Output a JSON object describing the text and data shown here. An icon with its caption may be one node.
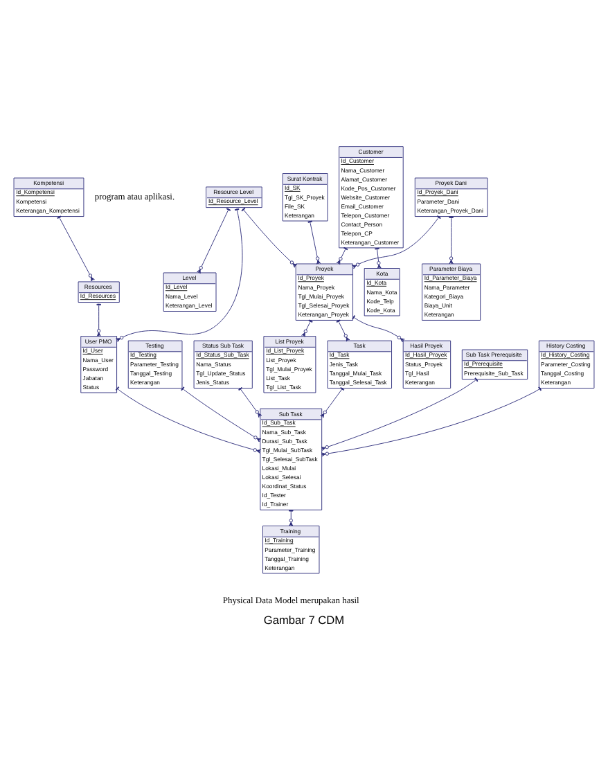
{
  "diagram": {
    "caption": "Gambar 7 CDM",
    "nodes": [
      {
        "text": [
          "Resources",
          "Id_Resources"
        ]
      },
      {
        "text": [
          "Kompetensi",
          "Id_Kompetensi",
          "Kompetensi",
          "Keterangan_Kompetensi"
        ]
      },
      {
        "text": [
          "User PMO",
          "Id_User",
          "Nama_User",
          "Password",
          "Jabatan",
          "Status"
        ]
      },
      {
        "text": [
          "Resource Level",
          "Id_Resource_Level"
        ]
      },
      {
        "text": [
          "Surat Kontrak",
          "Id_SK",
          "Tgl_SK_Proyek",
          "File_SK",
          "Keterangan"
        ]
      },
      {
        "text": [
          "Customer",
          "Id_Customer",
          "Nama_Customer",
          "Alamat_Customer",
          "Kode_Pos_Customer",
          "Website_Customer",
          "Email_Customer",
          "Telepon_Customer",
          "Contact_Person",
          "Telepon_CP",
          "Keterangan_Customer"
        ]
      },
      {
        "text": [
          "Proyek",
          "Id_Proyek",
          "Nama_Proyek",
          "Tgl_Mulai_Proyek",
          "Tgl_Selesai_Proyek",
          "Keterangan_Proyek"
        ]
      },
      {
        "text": [
          "Status Sub Task",
          "Id_Status_Sub_Task",
          "Nama_Status",
          "Tgl_Update_Status",
          "Jenis_Status"
        ]
      },
      {
        "text": [
          "Level",
          "Id_Level",
          "Nama_Level",
          "Keterangan_Level"
        ]
      },
      {
        "text": [
          "Hasil Proyek",
          "Id_Hasil_Proyek",
          "Status_Proyek",
          "Tgl_Hasil",
          "Keterangan"
        ]
      },
      {
        "text": [
          "Task",
          "Id_Task",
          "Jenis_Task",
          "Tanggal_Mulai_Task",
          "Tanggal_Selesai_Task"
        ]
      },
      {
        "text": [
          "Kota",
          "Id_Kota",
          "Nama_Kota",
          "Kode_Telp",
          "Kode_Kota"
        ]
      },
      {
        "text": [
          "List Proyek",
          "Id_List_Proyek",
          "List_Proyek",
          "Tgl_Mulai_Proyek",
          "List_Task",
          "Tgl_List_Task"
        ]
      },
      {
        "text": [
          "Proyek Dani",
          "Id_Proyek_Dani",
          "Parameter_Dani",
          "Keterangan_Proyek_Dani"
        ]
      },
      {
        "text": [
          "Sub Task",
          "Id_Sub_Task",
          "Nama_Sub_Task",
          "Durasi_Sub_Task",
          "Tgl_Mulai_SubTask",
          "Tgl_Selesai_SubTask",
          "Lokasi_Mulai",
          "Lokasi_Selesai",
          "Koordinat_Status",
          "Id_Tester",
          "Id_Trainer"
        ]
      },
      {
        "text": [
          "Sub Task Prerequisite",
          "Id_Prerequisite",
          "Prerequisite_Sub_Task"
        ]
      },
      {
        "text": [
          "Parameter Biaya",
          "Id_Parameter_Biaya",
          "Nama_Parameter",
          "Kategori_Biaya",
          "Biaya_Unit",
          "Keterangan"
        ]
      },
      {
        "text": [
          "History Costing",
          "Id_History_Costing",
          "Parameter_Costing",
          "Tanggal_Costing",
          "Keterangan"
        ]
      },
      {
        "text": [
          "Testing",
          "Id_Testing",
          "Parameter_Testing",
          "Tanggal_Testing",
          "Keterangan"
        ]
      },
      {
        "text": [
          "Training",
          "Id_Training",
          "Parameter_Training",
          "Tanggal_Training",
          "Keterangan"
        ]
      }
    ],
    "edges": [
      {
        "from": 1,
        "to": 0,
        "arrow": "other"
      },
      {
        "from": 0,
        "to": 2,
        "arrow": "other"
      },
      {
        "from": 3,
        "to": 2,
        "arrow": "other"
      },
      {
        "from": 3,
        "to": 6,
        "arrow": "other"
      },
      {
        "from": 3,
        "to": 8,
        "arrow": "other"
      },
      {
        "from": 5,
        "to": 6,
        "arrow": "other"
      },
      {
        "from": 5,
        "to": 11,
        "arrow": "other"
      },
      {
        "from": 4,
        "to": 6,
        "arrow": "other"
      },
      {
        "from": 2,
        "to": 14,
        "arrow": "other"
      },
      {
        "from": 6,
        "to": 9,
        "arrow": "other"
      },
      {
        "from": 6,
        "to": 12,
        "arrow": "other"
      },
      {
        "from": 6,
        "to": 10,
        "arrow": "other"
      },
      {
        "from": 7,
        "to": 14,
        "arrow": "other"
      },
      {
        "from": 10,
        "to": 14,
        "arrow": "other"
      },
      {
        "from": 13,
        "to": 6,
        "arrow": "other"
      },
      {
        "from": 13,
        "to": 16,
        "arrow": "other"
      },
      {
        "from": 15,
        "to": 14,
        "arrow": "other"
      },
      {
        "from": 17,
        "to": 14,
        "arrow": "other"
      },
      {
        "from": 18,
        "to": 14,
        "arrow": "other"
      },
      {
        "from": 14,
        "to": 19,
        "arrow": "other"
      }
    ],
    "labels": [
      "program atau aplikasi.",
      "Physical Data Model merupakan hasil"
    ]
  }
}
